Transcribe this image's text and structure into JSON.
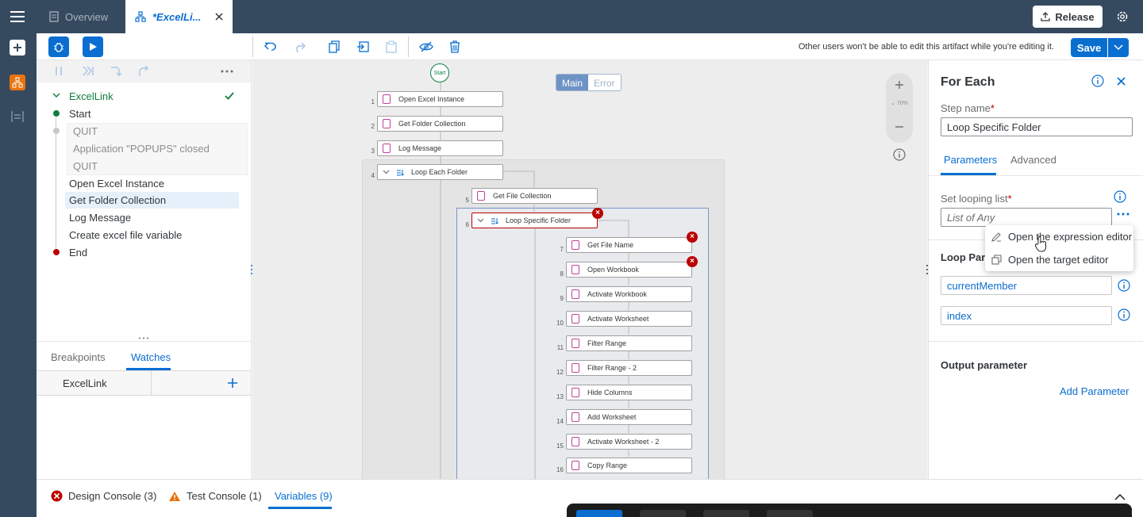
{
  "tabs": [
    {
      "label": "Overview",
      "icon": "document-icon"
    },
    {
      "label": "*ExcelLi...",
      "icon": "automation-icon"
    }
  ],
  "header": {
    "release_label": "Release"
  },
  "toolbar": {
    "lock_note": "Other users won't be able to edit this artifact while you're editing it.",
    "save_label": "Save"
  },
  "tree": {
    "root": "ExcelLink",
    "items": [
      "Start",
      "QUIT",
      "Application \"POPUPS\" closed",
      "QUIT",
      "Open Excel Instance",
      "Get Folder Collection",
      "Log Message",
      "Create excel file variable",
      "End"
    ]
  },
  "watches": {
    "tabs": [
      "Breakpoints",
      "Watches"
    ],
    "column": "ExcelLink"
  },
  "canvas": {
    "start_label": "Start",
    "toggle": [
      "Main",
      "Error"
    ],
    "zoom": "70%",
    "steps": [
      {
        "num": "1",
        "label": "Open Excel Instance"
      },
      {
        "num": "2",
        "label": "Get Folder Collection"
      },
      {
        "num": "3",
        "label": "Log Message"
      },
      {
        "num": "4",
        "label": "Loop Each Folder"
      },
      {
        "num": "5",
        "label": "Get File Collection"
      },
      {
        "num": "6",
        "label": "Loop Specific Folder"
      },
      {
        "num": "7",
        "label": "Get File Name"
      },
      {
        "num": "8",
        "label": "Open Workbook"
      },
      {
        "num": "9",
        "label": "Activate Workbook"
      },
      {
        "num": "10",
        "label": "Activate Worksheet"
      },
      {
        "num": "11",
        "label": "Filter Range"
      },
      {
        "num": "12",
        "label": "Filter Range - 2"
      },
      {
        "num": "13",
        "label": "Hide Columns"
      },
      {
        "num": "14",
        "label": "Add Worksheet"
      },
      {
        "num": "15",
        "label": "Activate Worksheet - 2"
      },
      {
        "num": "16",
        "label": "Copy Range"
      }
    ]
  },
  "props": {
    "title": "For Each",
    "step_name_label": "Step name",
    "step_name_value": "Loop Specific Folder",
    "tabs": [
      "Parameters",
      "Advanced"
    ],
    "looping_label": "Set looping list",
    "looping_placeholder": "List of Any",
    "loop_section": "Loop Para",
    "current_member": "currentMember",
    "index": "index",
    "output_label": "Output parameter",
    "add_param": "Add Parameter",
    "menu": [
      "Open the expression editor",
      "Open the target editor"
    ]
  },
  "bottom": {
    "design_console": "Design Console (3)",
    "test_console": "Test Console (1)",
    "variables": "Variables (9)"
  },
  "colors": {
    "shell": "#354a5f",
    "accent": "#0a6ed1",
    "error": "#bb0000",
    "warning": "#e9730c",
    "success": "#107e3e"
  }
}
